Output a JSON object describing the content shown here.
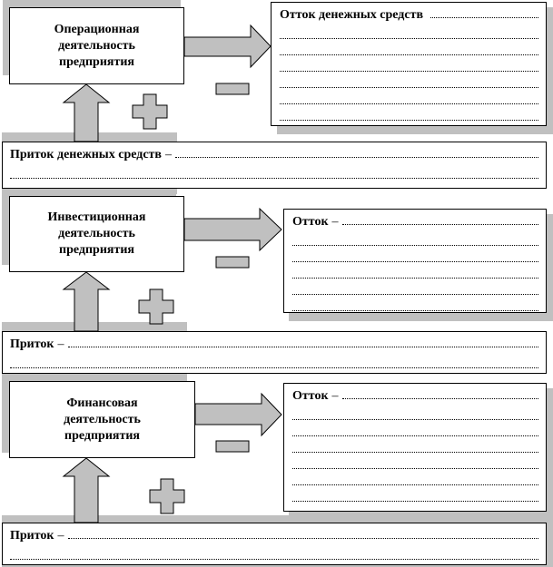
{
  "sections": [
    {
      "activity": "Операционная\nдеятельность\nпредприятия",
      "outflow_label": "Отток денежных средств",
      "outflow_sep": "",
      "outflow_lines": 6,
      "inflow_label": "Приток денежных средств",
      "inflow_sep": "–"
    },
    {
      "activity": "Инвестиционная\nдеятельность\nпредприятия",
      "outflow_label": "Отток",
      "outflow_sep": "–",
      "outflow_lines": 5,
      "inflow_label": "Приток",
      "inflow_sep": "–"
    },
    {
      "activity": "Финансовая\nдеятельность\nпредприятия",
      "outflow_label": "Отток",
      "outflow_sep": "–",
      "outflow_lines": 6,
      "inflow_label": "Приток",
      "inflow_sep": "–"
    }
  ],
  "colors": {
    "shadow": "#c0c0c0",
    "border": "#000000",
    "fill": "#ffffff"
  }
}
